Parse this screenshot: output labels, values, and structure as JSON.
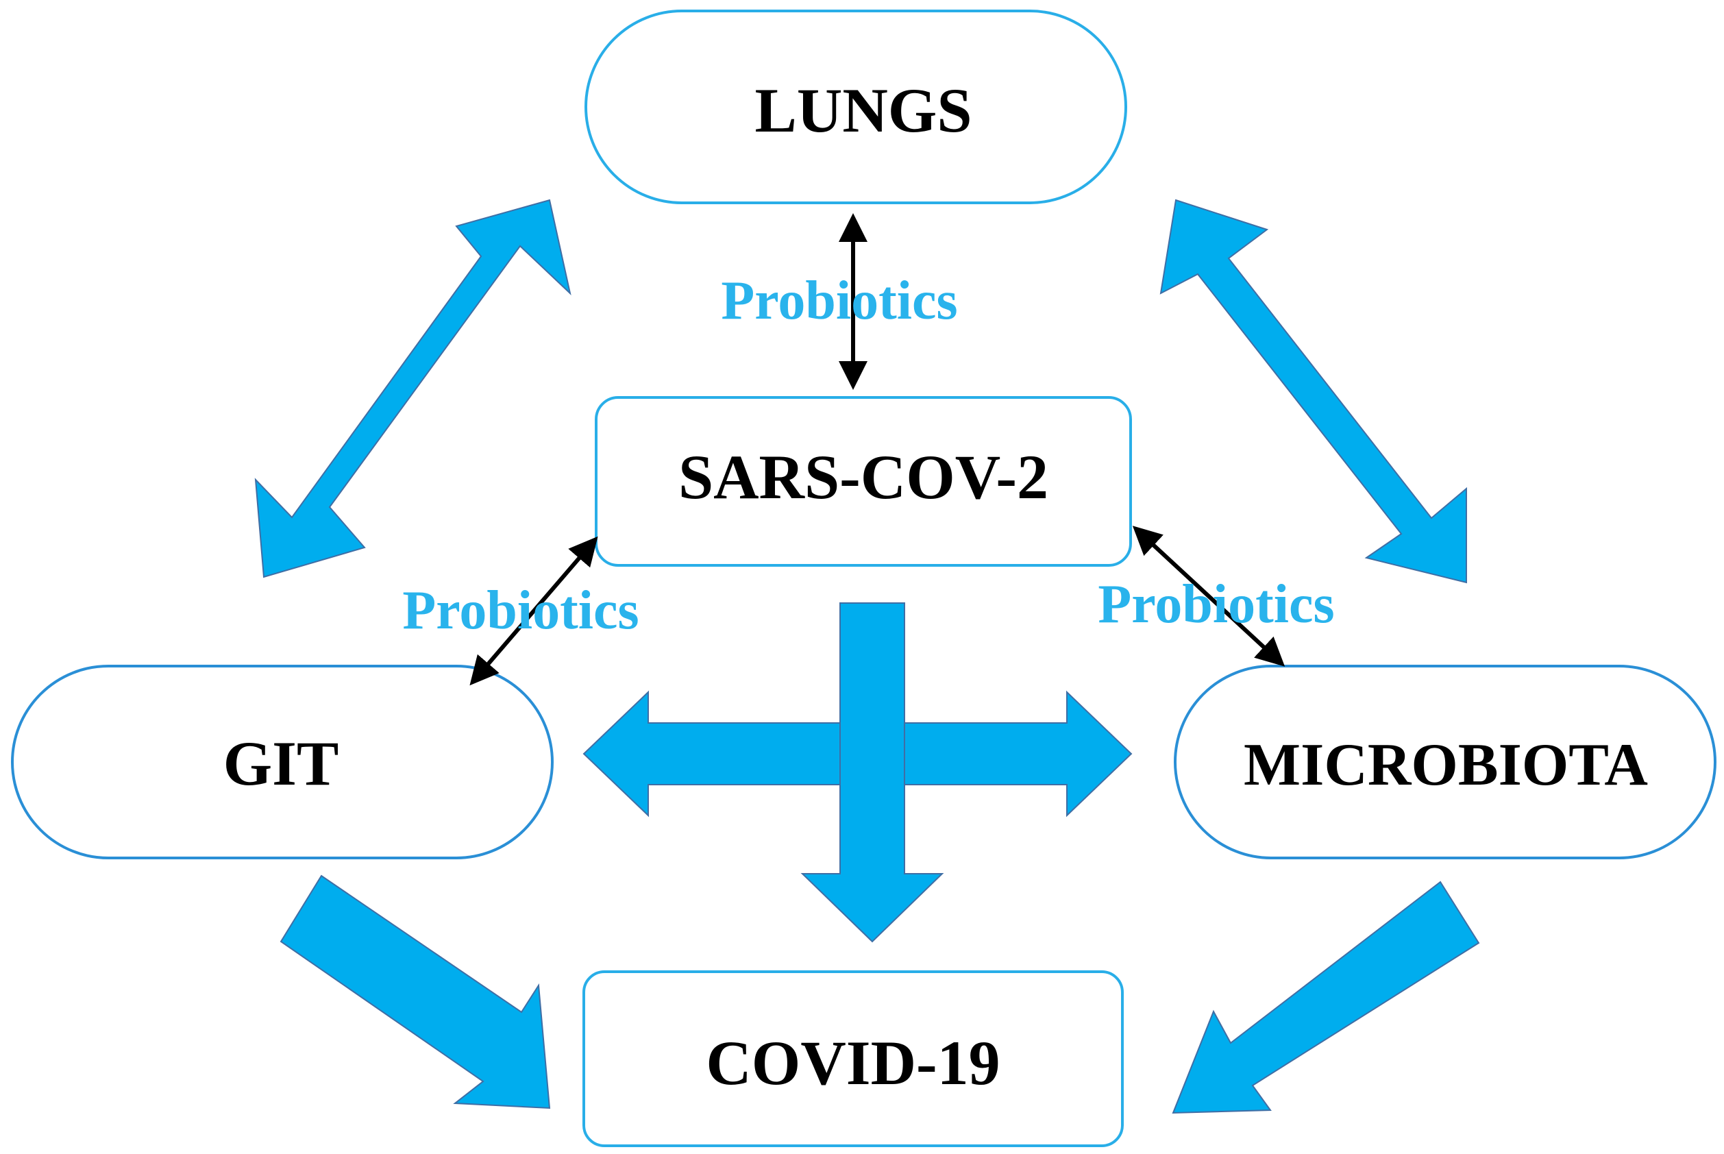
{
  "colors": {
    "arrow_fill": "#00adee",
    "arrow_stroke": "#3f6ea5",
    "box_border": "#29aee8",
    "box_border_dark": "#2a8fd6",
    "label_color": "#29b3ec",
    "text_color": "#000000",
    "connector_color": "#000000"
  },
  "nodes": {
    "lungs": "LUNGS",
    "sars": "SARS-COV-2",
    "git": "GIT",
    "microbiota": "MICROBIOTA",
    "covid": "COVID-19"
  },
  "labels": {
    "probiotics_top": "Probiotics",
    "probiotics_left": "Probiotics",
    "probiotics_right": "Probiotics"
  }
}
